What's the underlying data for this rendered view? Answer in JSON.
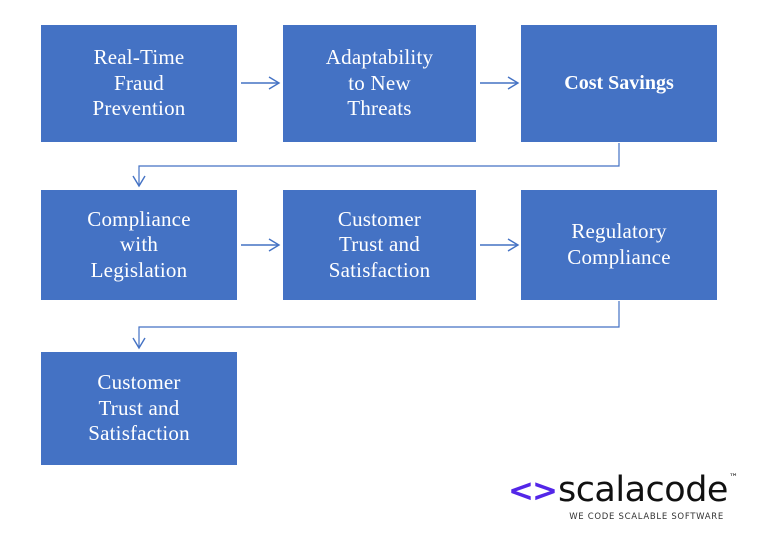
{
  "diagram": {
    "type": "flowchart",
    "flow_direction": "serpentine-left-to-right",
    "box_color": "#4472C4",
    "box_text_color": "#FFFFFF",
    "connector_color": "#4472C4",
    "background": "#FFFFFF",
    "nodes": [
      {
        "id": "n1",
        "label": "Real-Time\nFraud\nPrevention",
        "row": 1,
        "col": 1,
        "bold": false
      },
      {
        "id": "n2",
        "label": "Adaptability\nto New\nThreats",
        "row": 1,
        "col": 2,
        "bold": false
      },
      {
        "id": "n3",
        "label": "Cost Savings",
        "row": 1,
        "col": 3,
        "bold": true
      },
      {
        "id": "n4",
        "label": "Compliance\nwith\nLegislation",
        "row": 2,
        "col": 1,
        "bold": false
      },
      {
        "id": "n5",
        "label": "Customer\nTrust and\nSatisfaction",
        "row": 2,
        "col": 2,
        "bold": false
      },
      {
        "id": "n6",
        "label": "Regulatory\nCompliance",
        "row": 2,
        "col": 3,
        "bold": false
      },
      {
        "id": "n7",
        "label": "Customer\nTrust and\nSatisfaction",
        "row": 3,
        "col": 1,
        "bold": false
      }
    ],
    "edges": [
      {
        "from": "n1",
        "to": "n2",
        "style": "straight-horizontal"
      },
      {
        "from": "n2",
        "to": "n3",
        "style": "straight-horizontal"
      },
      {
        "from": "n3",
        "to": "n4",
        "style": "elbow-wrap-down"
      },
      {
        "from": "n4",
        "to": "n5",
        "style": "straight-horizontal"
      },
      {
        "from": "n5",
        "to": "n6",
        "style": "straight-horizontal"
      },
      {
        "from": "n6",
        "to": "n7",
        "style": "elbow-wrap-down"
      }
    ]
  },
  "logo": {
    "brackets": "<>",
    "wordmark": "scalacode",
    "trademark": "™",
    "tagline": "WE CODE SCALABLE SOFTWARE",
    "bracket_color": "#5326E8",
    "wordmark_color": "#111111"
  }
}
